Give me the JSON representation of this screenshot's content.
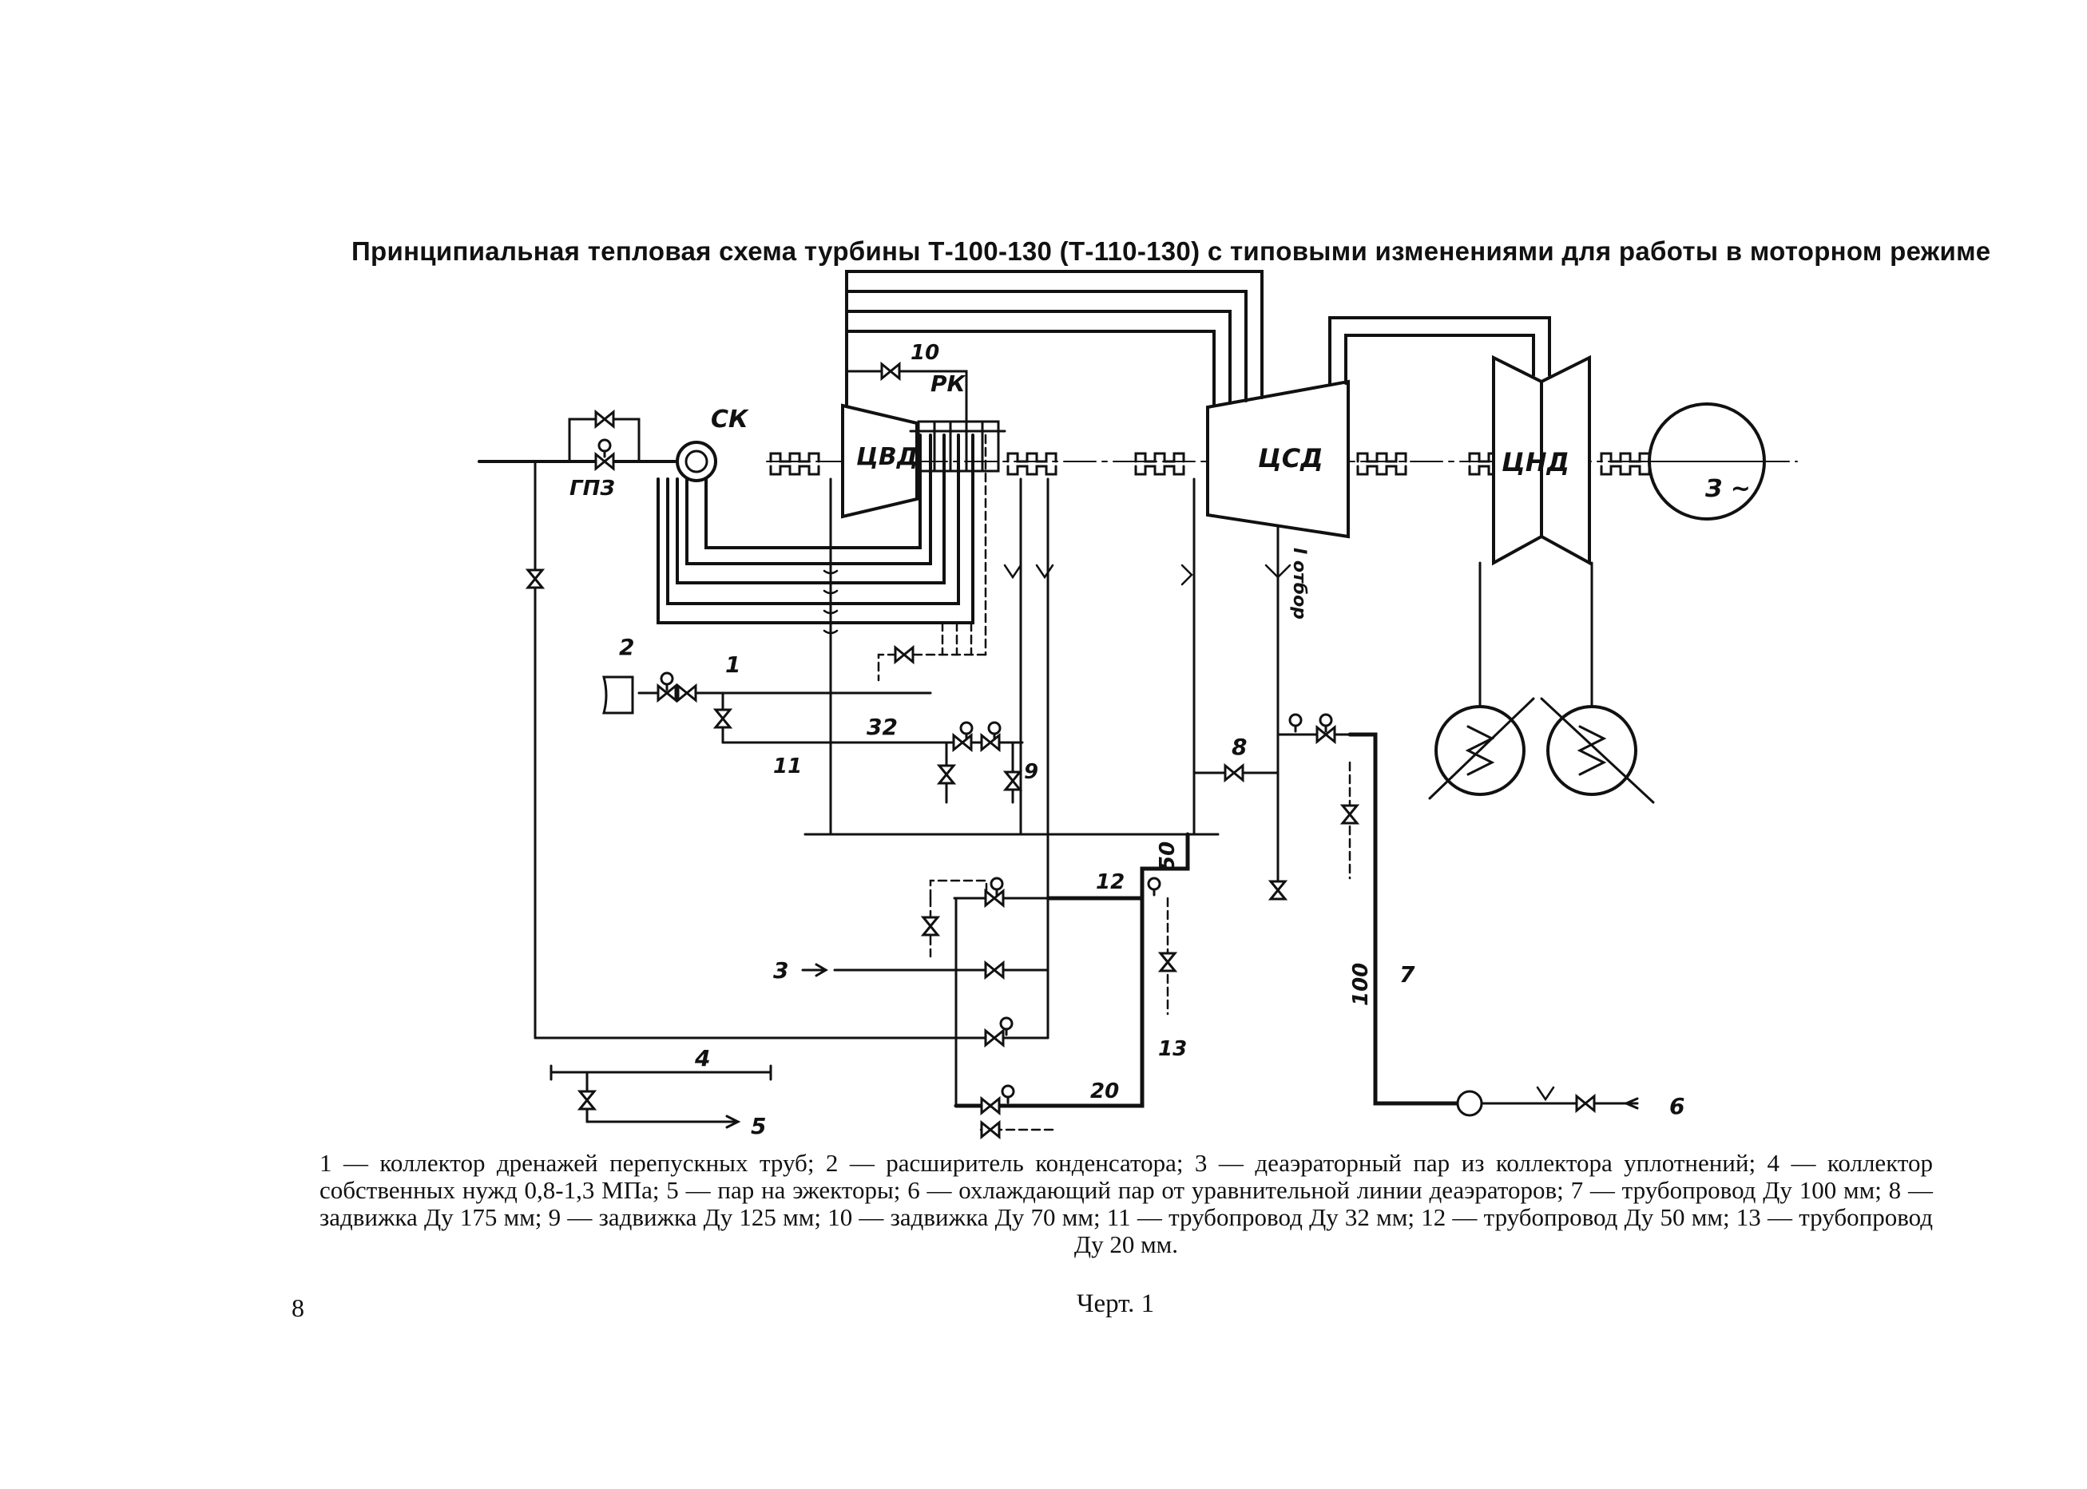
{
  "title": "Принципиальная тепловая схема турбины Т-100-130 (Т-110-130) с типовыми изменениями для работы в моторном режиме",
  "diagram": {
    "components": {
      "hp_cylinder": "ЦВД",
      "ip_cylinder": "ЦСД",
      "lp_cylinder": "ЦНД",
      "stop_valve": "СК",
      "main_steam_valve": "ГПЗ",
      "control_valves": "РК",
      "generator": "З ~",
      "extraction": "I отбор"
    },
    "callouts": {
      "c1": "1",
      "c2": "2",
      "c3": "3",
      "c4": "4",
      "c5": "5",
      "c6": "6",
      "c7": "7",
      "c8": "8",
      "c9": "9",
      "c10": "10",
      "c11": "11",
      "c12": "12",
      "c13": "13"
    },
    "pipe_sizes": {
      "d32": "32",
      "d50": "50",
      "d20": "20",
      "d100": "100"
    }
  },
  "legend": "1 — коллектор дренажей перепускных труб; 2 — расширитель конденсатора; 3 — деаэраторный пар из коллектора уплотнений; 4 — коллектор собственных нужд 0,8-1,3 МПа; 5 — пар на эжекторы; 6 — охлаждающий пар от уравнительной линии деаэраторов; 7 — трубопровод Ду 100 мм; 8 — задвижка Ду 175 мм; 9 — задвижка Ду 125 мм; 10 — задвижка Ду 70 мм; 11 — трубопровод Ду 32 мм; 12 — трубопровод Ду 50 мм; 13 — трубопровод Ду 20 мм.",
  "page_number": "8",
  "figure_caption": "Черт. 1"
}
